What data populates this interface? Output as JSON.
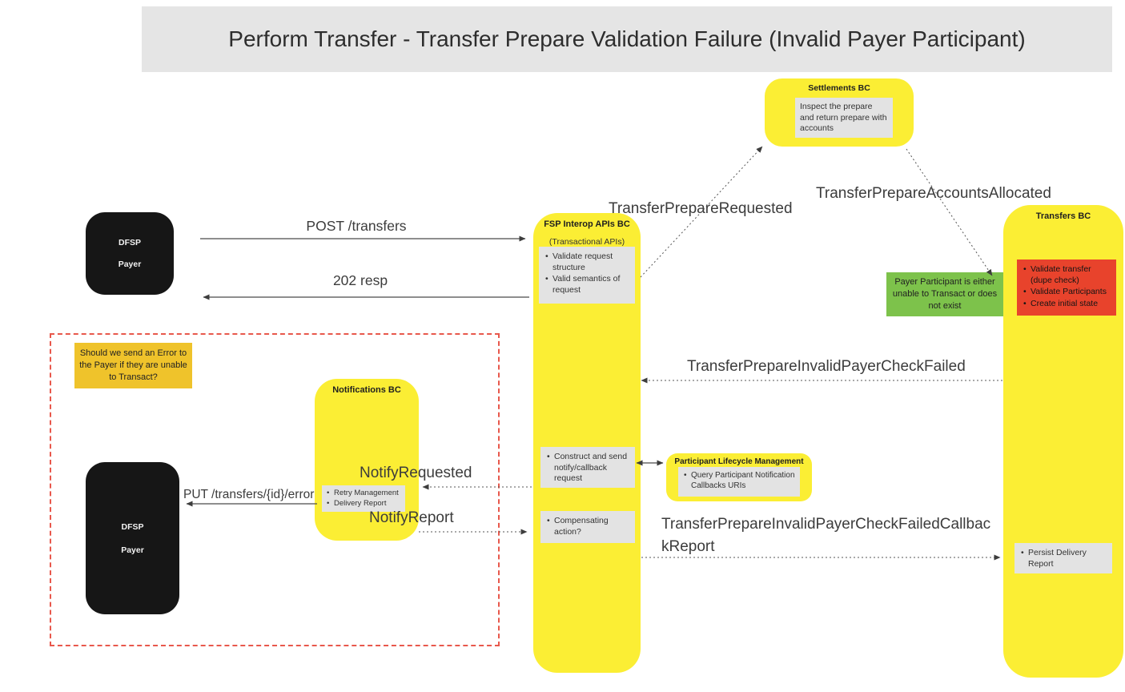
{
  "title": "Perform Transfer - Transfer Prepare Validation Failure (Invalid Payer Participant)",
  "colors": {
    "node_yellow": "#FBEE34",
    "amber_note": "#EFC32B",
    "green_note": "#7DC24B",
    "red_highlight": "#E8432C",
    "gray_note": "#E3E3E3",
    "actor_black": "#161616",
    "dashed_border_red": "#E8584C",
    "title_bg_gray": "#E5E5E5"
  },
  "actors": {
    "payer_top": {
      "line1": "DFSP",
      "line2": "Payer"
    },
    "payer_bottom": {
      "line1": "DFSP",
      "line2": "Payer"
    }
  },
  "nodes": {
    "settlements": {
      "title": "Settlements BC",
      "note": "Inspect the prepare and return prepare with accounts"
    },
    "fsp_interop": {
      "title": "FSP Interop APIs BC",
      "subtitle": "(Transactional APIs)",
      "validate_items": [
        "Validate request structure",
        "Valid semantics of request"
      ],
      "construct_items": [
        "Construct and send notify/callback request"
      ],
      "compensating_items": [
        "Compensating action?"
      ]
    },
    "transfers": {
      "title": "Transfers BC",
      "validate_items": [
        "Validate transfer (dupe check)",
        "Validate Participants",
        "Create initial state"
      ],
      "persist_items": [
        "Persist Delivery Report"
      ]
    },
    "notifications": {
      "title": "Notifications BC",
      "items": [
        "Retry Management",
        "Delivery Report"
      ]
    },
    "participant_lifecycle": {
      "title": "Participant Lifecycle Management",
      "items": [
        "Query Participant Notification Callbacks URIs"
      ]
    },
    "green_note": "Payer Participant is either unable to Transact or does not exist",
    "amber_note": "Should we send an Error to the Payer if they are unable to Transact?"
  },
  "messages": {
    "post_transfers": "POST /transfers",
    "resp_202": "202 resp",
    "transfer_prepare_requested": "TransferPrepareRequested",
    "transfer_prepare_accounts_allocated": "TransferPrepareAccountsAllocated",
    "invalid_payer_check_failed": "TransferPrepareInvalidPayerCheckFailed",
    "notify_requested": "NotifyRequested",
    "notify_report": "NotifyReport",
    "put_transfers_error": "PUT /transfers/{id}/error",
    "invalid_payer_check_failed_callback_report": "TransferPrepareInvalidPayerCheckFailedCallbackReport"
  }
}
